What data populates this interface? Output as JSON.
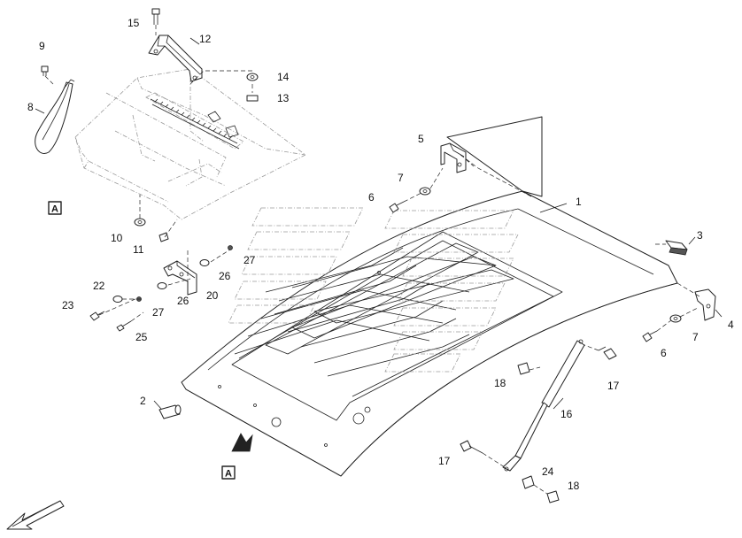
{
  "callouts": {
    "p1": "1",
    "p2": "2",
    "p3": "3",
    "p4": "4",
    "p5": "5",
    "p6a": "6",
    "p6b": "6",
    "p7a": "7",
    "p7b": "7",
    "p8": "8",
    "p9": "9",
    "p10": "10",
    "p11": "11",
    "p12": "12",
    "p13": "13",
    "p14": "14",
    "p15": "15",
    "p16": "16",
    "p17a": "17",
    "p17b": "17",
    "p18a": "18",
    "p18b": "18",
    "p20": "20",
    "p22": "22",
    "p23": "23",
    "p24": "24",
    "p25": "25",
    "p26a": "26",
    "p26b": "26",
    "p27a": "27",
    "p27b": "27"
  },
  "view_tags": {
    "top": "A",
    "bottom": "A"
  }
}
